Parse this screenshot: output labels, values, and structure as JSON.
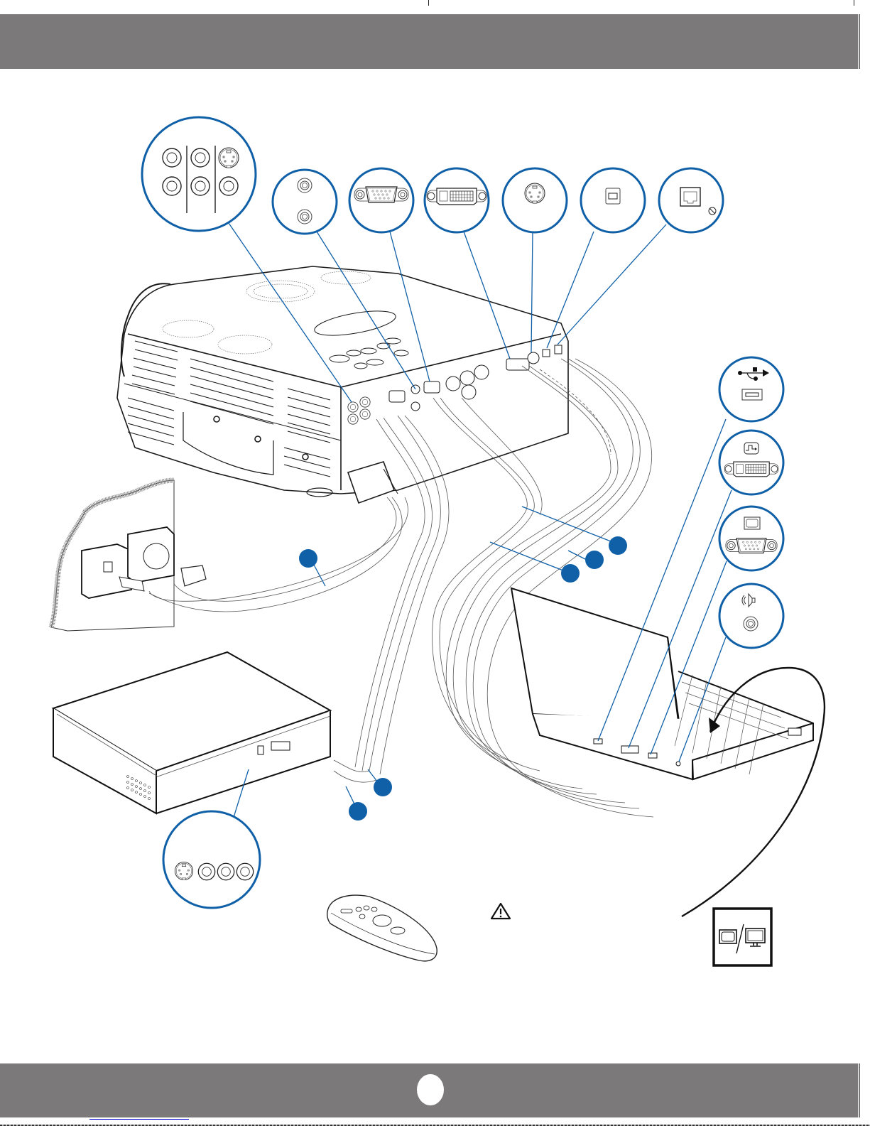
{
  "page": {
    "header_band": {
      "color": "#7b7979",
      "text": ""
    },
    "footer_band": {
      "color": "#7b7979",
      "page_number": ""
    },
    "accent_color": "#1060a8"
  },
  "diagram": {
    "title": "",
    "main_device": "projector",
    "projector_callouts": [
      {
        "id": "av-inputs",
        "icons": [
          "rca-jack-icon",
          "rca-jack-icon",
          "rca-jack-icon",
          "rca-jack-icon",
          "svideo-port-icon",
          "rca-jack-icon"
        ]
      },
      {
        "id": "audio-inputs",
        "icons": [
          "audio-jack-icon",
          "audio-jack-icon"
        ]
      },
      {
        "id": "vga-input",
        "icons": [
          "vga-port-icon"
        ]
      },
      {
        "id": "dvi-input",
        "icons": [
          "dvi-port-icon"
        ]
      },
      {
        "id": "ps2-mouse",
        "icons": [
          "mini-din-port-icon"
        ]
      },
      {
        "id": "usb-b",
        "icons": [
          "usb-b-port-icon"
        ]
      },
      {
        "id": "rj45",
        "icons": [
          "ethernet-port-icon",
          "no-connect-icon"
        ]
      }
    ],
    "laptop_callouts": [
      {
        "id": "usb-a",
        "icons": [
          "usb-symbol-icon",
          "usb-a-port-icon"
        ]
      },
      {
        "id": "dvi-out",
        "icons": [
          "display-output-icon",
          "dvi-port-icon"
        ]
      },
      {
        "id": "vga-out",
        "icons": [
          "monitor-icon",
          "vga-port-icon"
        ]
      },
      {
        "id": "audio-out",
        "icons": [
          "speaker-icon",
          "audio-jack-icon"
        ]
      }
    ],
    "video-source_callout": {
      "id": "vcr-outputs",
      "icons": [
        "svideo-port-icon",
        "rca-jack-icon",
        "rca-jack-icon",
        "rca-jack-icon"
      ]
    },
    "numbered_bullets": [
      "",
      "",
      "",
      "",
      "",
      ""
    ],
    "devices": [
      "projector",
      "wall-outlet",
      "video-source-box",
      "laptop",
      "remote-control"
    ],
    "warning_icon": "warning-triangle-icon",
    "toggle_icon": "tv-monitor-toggle-icon"
  }
}
